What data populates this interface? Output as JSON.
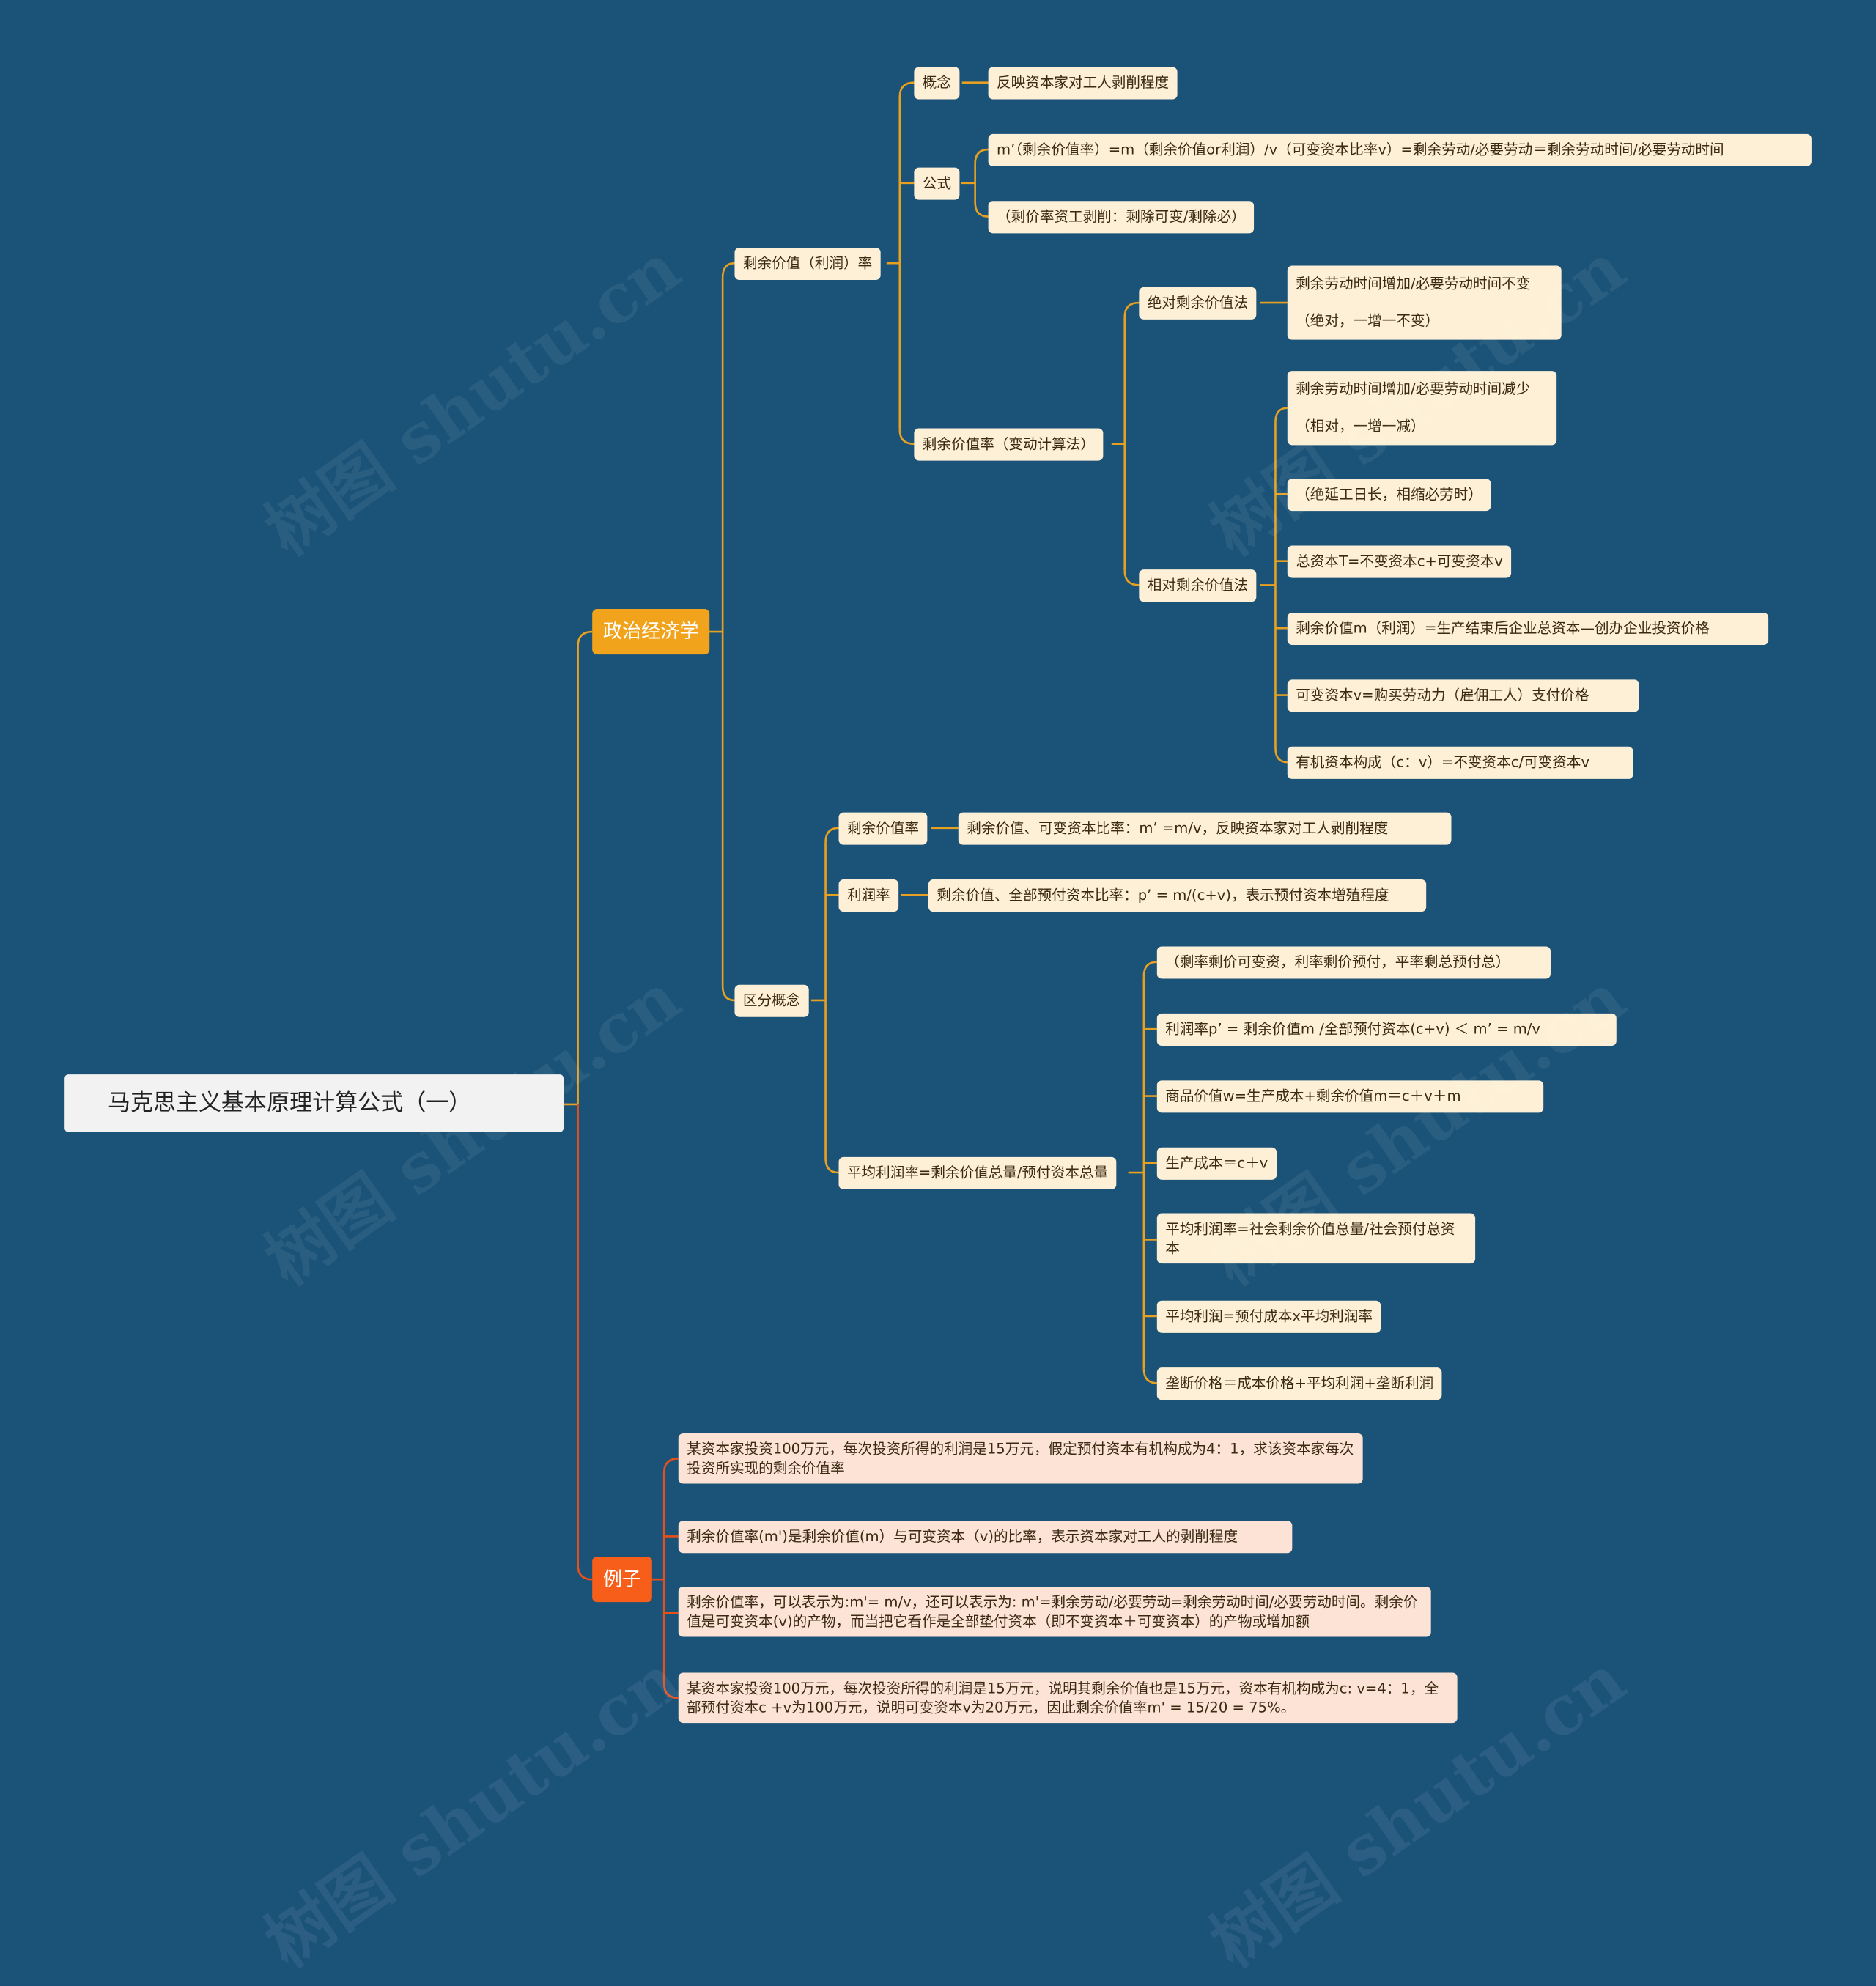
{
  "root": "马克思主义基本原理计算公式（一）",
  "branch_political": "政治经济学",
  "branch_example": "例子",
  "surplus_rate": {
    "label": "剩余价值（利润）率",
    "concept_label": "概念",
    "concept_text": "反映资本家对工人剥削程度",
    "formula_label": "公式",
    "formula_text": "m’（剩余价值率）=m（剩余价值or利润）/v（可变资本比率v）=剩余劳动/必要劳动＝剩余劳动时间/必要劳动时间",
    "formula_mnemonic": "（剩价率资工剥削：剩除可变/剩除必）",
    "calc_label": "剩余价值率（变动计算法）",
    "absolute_label": "绝对剩余价值法",
    "absolute_line1": "剩余劳动时间增加/必要劳动时间不变",
    "absolute_line2": "（绝对，一增一不变）",
    "relative_label": "相对剩余价值法",
    "relative_line1": "剩余劳动时间增加/必要劳动时间减少",
    "relative_line2": "（相对，一增一减）",
    "relative_items": [
      "（绝延工日长，相缩必劳时）",
      "总资本T=不变资本c+可变资本v",
      "剩余价值m（利润）=生产结束后企业总资本—创办企业投资价格",
      "可变资本v=购买劳动力（雇佣工人）支付价格",
      "有机资本构成（c：v）=不变资本c/可变资本v"
    ]
  },
  "distinguish": {
    "label": "区分概念",
    "surplus_label": "剩余价值率",
    "surplus_text": "剩余价值、可变资本比率：m’ =m/v，反映资本家对工人剥削程度",
    "profit_label": "利润率",
    "profit_text": "剩余价值、全部预付资本比率：p’ = m/(c+v)，表示预付资本增殖程度",
    "avg_label": "平均利润率=剩余价值总量/预付资本总量",
    "avg_items": [
      "（剩率剩价可变资，利率剩价预付，平率剩总预付总）",
      "利润率p’ = 剩余价值m /全部预付资本(c+v) ＜ m’ = m/v",
      "商品价值w=生产成本+剩余价值m＝c＋v＋m",
      "生产成本＝c＋v",
      "平均利润率=社会剩余价值总量/社会预付总资本",
      "平均利润=预付成本x平均利润率",
      "垄断价格＝成本价格+平均利润+垄断利润"
    ]
  },
  "examples": [
    "某资本家投资100万元，每次投资所得的利润是15万元，假定预付资本有机构成为4：1，求该资本家每次投资所实现的剩余价值率",
    "剩余价值率(m')是剩余价值(m）与可变资本（v)的比率，表示资本家对工人的剥削程度",
    "剩余价值率，可以表示为:m'= m/v，还可以表示为: m'=剩余劳动/必要劳动=剩余劳动时间/必要劳动时间。剩余价值是可变资本(v)的产物，而当把它看作是全部垫付资本（即不变资本＋可变资本）的产物或增加额",
    "某资本家投资100万元，每次投资所得的利润是15万元，说明其剩余价值也是15万元，资本有机构成为c: v=4：1，全部预付资本c +v为100万元，说明可变资本v为20万元，因此剩余价值率m' = 15/20 = 75%。"
  ],
  "watermark": "树图 shutu.cn",
  "colors": {
    "background": "#1a5278",
    "line_orange": "#e8a020",
    "line_red": "#e8501a",
    "root": "#f2f2f2",
    "branch1": "#f2a31c",
    "branch2": "#f65e1a",
    "leaf": "#fdf0d6",
    "leaf_pink": "#fde3d5"
  }
}
